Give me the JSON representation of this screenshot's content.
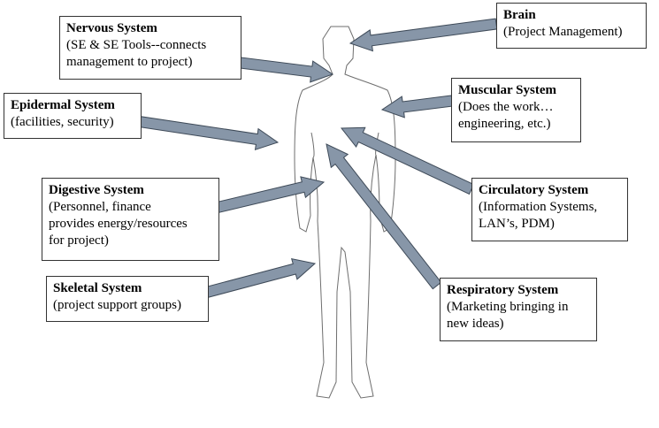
{
  "colors": {
    "arrow_fill": "#8796a8",
    "arrow_stroke": "#3e4a58",
    "body_outline": "#6e6e6e",
    "box_border": "#333333"
  },
  "labels": {
    "nervous": {
      "title": "Nervous System",
      "desc": "(SE & SE Tools--connects\nmanagement to project)"
    },
    "brain": {
      "title": "Brain",
      "desc": "(Project Management)"
    },
    "epidermal": {
      "title": "Epidermal System",
      "desc": "(facilities, security)"
    },
    "muscular": {
      "title": "Muscular System",
      "desc": "(Does the work…\nengineering, etc.)"
    },
    "digestive": {
      "title": "Digestive System",
      "desc": "(Personnel, finance\nprovides energy/resources\nfor project)"
    },
    "circulatory": {
      "title": "Circulatory System",
      "desc": "(Information Systems,\nLAN’s, PDM)"
    },
    "skeletal": {
      "title": "Skeletal System",
      "desc": "(project support groups)"
    },
    "respiratory": {
      "title": "Respiratory System",
      "desc": "(Marketing bringing in\nnew ideas)"
    }
  }
}
